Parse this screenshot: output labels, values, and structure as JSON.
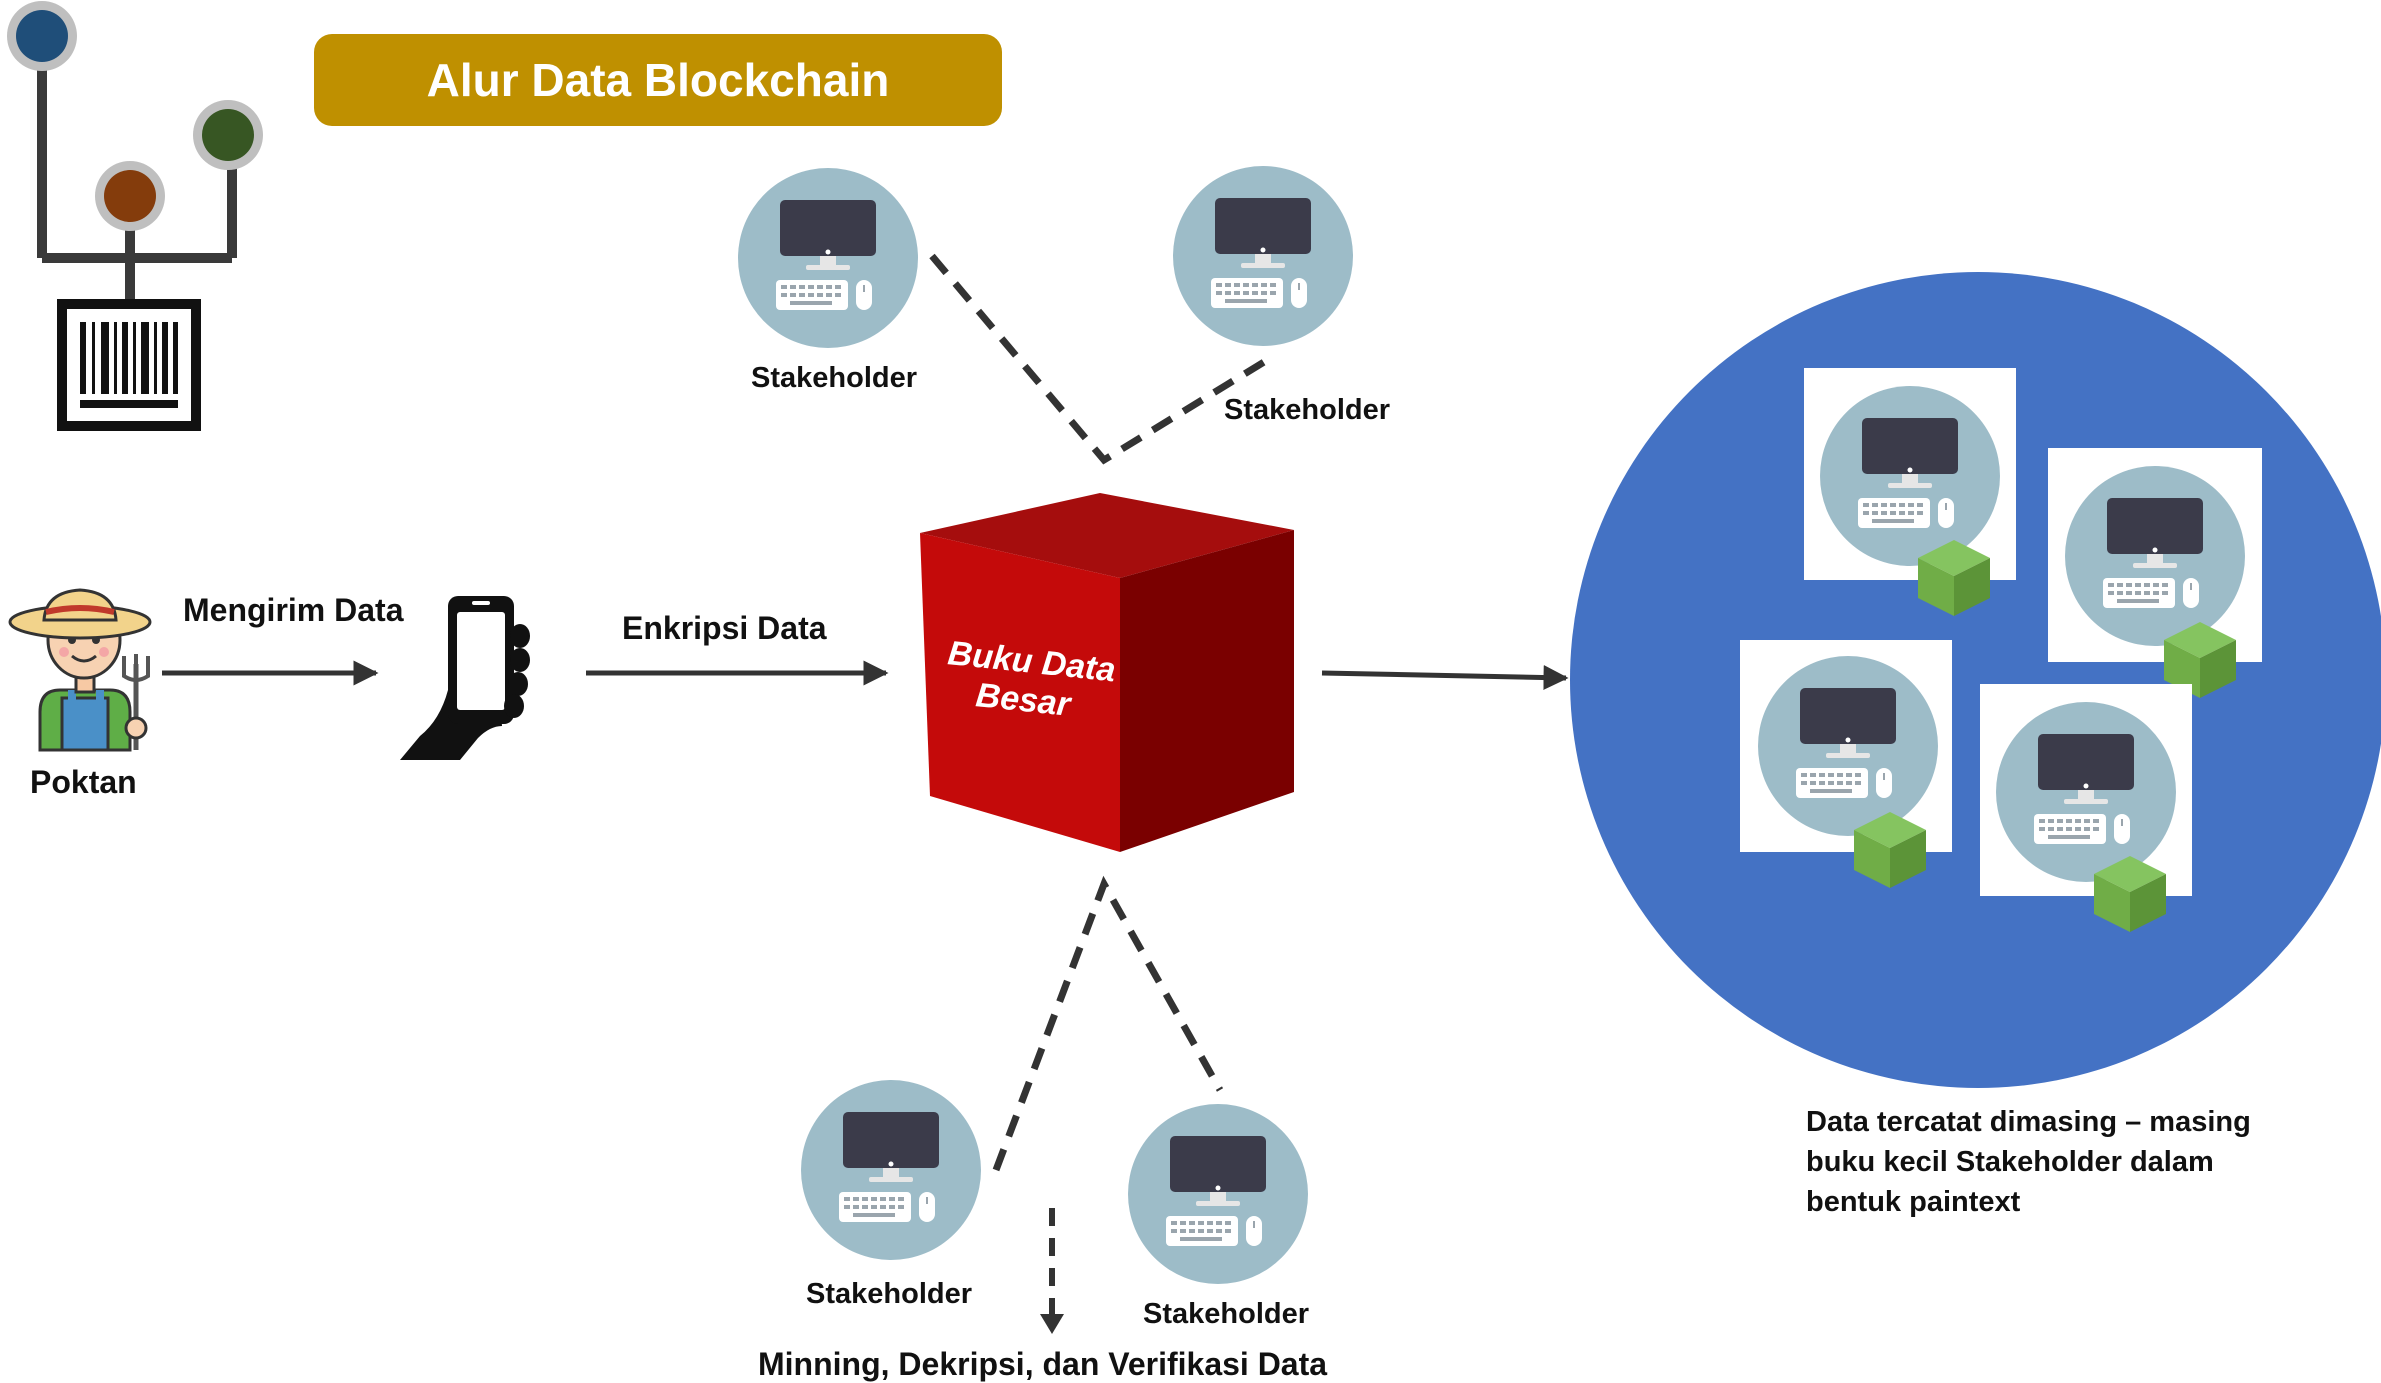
{
  "title": "Alur Data Blockchain",
  "labels": {
    "poktan": "Poktan",
    "mengirim_data": "Mengirim Data",
    "enkripsi_data": "Enkripsi Data",
    "buku_data_line1": "Buku Data",
    "buku_data_line2": "Besar",
    "stakeholder": "Stakeholder",
    "minning": "Minning, Dekripsi, dan Verifikasi Data",
    "note": "Data tercatat dimasing – masing buku kecil Stakeholder dalam bentuk paintext"
  },
  "icons": {
    "barcode": "barcode-tree-icon",
    "farmer": "farmer-icon",
    "phone": "phone-in-hand-icon",
    "computer": "desktop-computer-icon",
    "small_block": "green-block-icon",
    "big_cube": "red-cube-icon"
  },
  "colors": {
    "title_bg": "#bf9000",
    "cube_front": "#c00000",
    "cube_side": "#800000",
    "cube_top": "#a00a0a",
    "network_circle": "#4472c4",
    "computer_circle": "#9dbcc8",
    "block_green": "#70ad47",
    "dot_blue": "#1f4e79",
    "dot_brown": "#843c0c",
    "dot_green": "#375623"
  }
}
